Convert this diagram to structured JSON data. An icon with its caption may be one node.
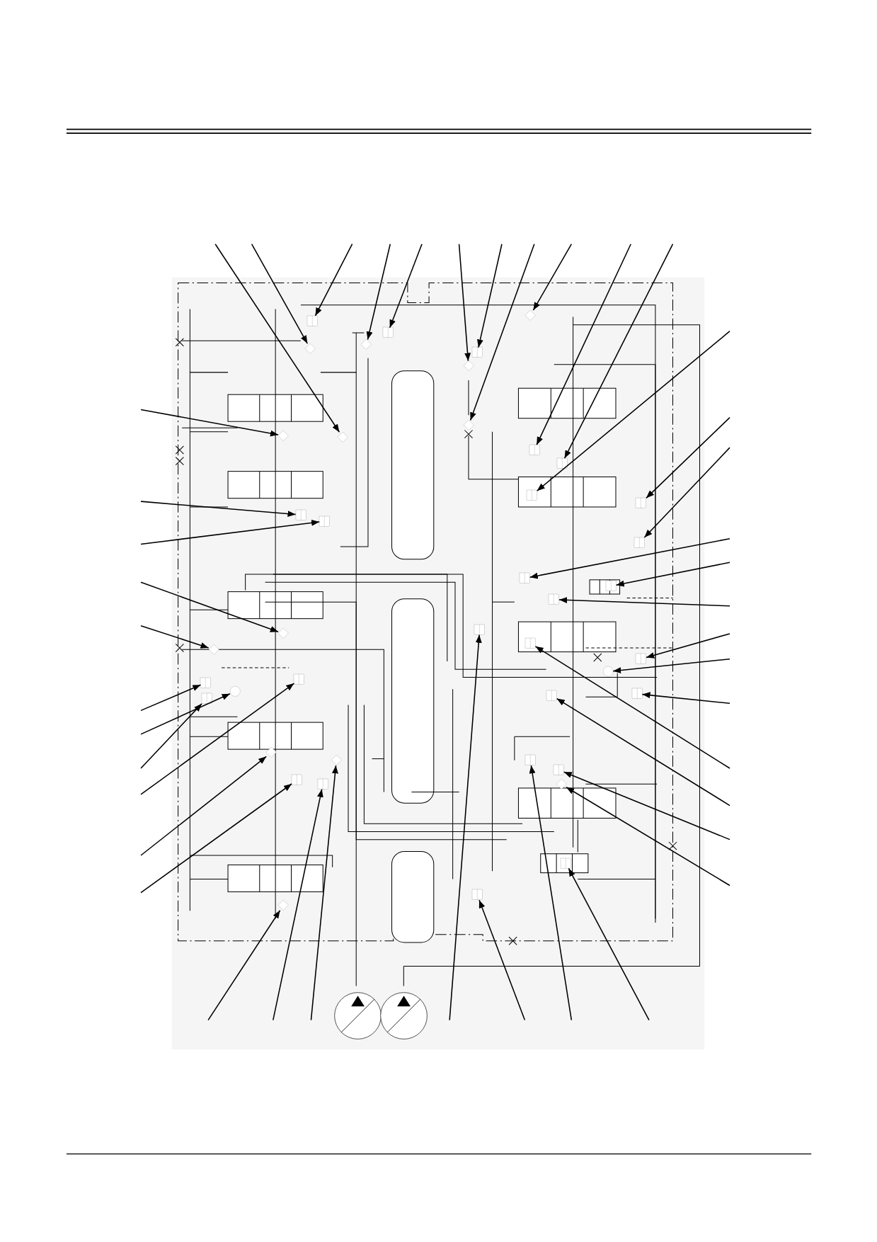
{
  "diagram": {
    "nodes": [
      {
        "text": [],
        "shape": "diamond"
      },
      {
        "text": [],
        "shape": "diamond"
      },
      {
        "text": [],
        "shape": "box"
      },
      {
        "text": [],
        "shape": "diamond"
      },
      {
        "text": [],
        "shape": "box"
      },
      {
        "text": [],
        "shape": "diamond"
      },
      {
        "text": [],
        "shape": "box"
      },
      {
        "text": [],
        "shape": "diamond"
      },
      {
        "text": [],
        "shape": "diamond"
      },
      {
        "text": [],
        "shape": "box"
      },
      {
        "text": [],
        "shape": "box"
      },
      {
        "text": [],
        "shape": "box"
      },
      {
        "text": [],
        "shape": "box"
      },
      {
        "text": [],
        "shape": "box"
      },
      {
        "text": [],
        "shape": "box"
      },
      {
        "text": [],
        "shape": "box"
      },
      {
        "text": [],
        "shape": "box"
      },
      {
        "text": [],
        "shape": "box"
      },
      {
        "text": [],
        "shape": "circle"
      },
      {
        "text": [],
        "shape": "box"
      },
      {
        "text": [],
        "shape": "box"
      },
      {
        "text": [],
        "shape": "box"
      },
      {
        "text": [],
        "shape": "box"
      },
      {
        "text": [],
        "shape": "diamond"
      },
      {
        "text": [],
        "shape": "diamond"
      },
      {
        "text": [],
        "shape": "box"
      },
      {
        "text": [],
        "shape": "box"
      },
      {
        "text": [],
        "shape": "diamond"
      },
      {
        "text": [],
        "shape": "diamond"
      },
      {
        "text": [],
        "shape": "box"
      },
      {
        "text": [],
        "shape": "circle"
      },
      {
        "text": [],
        "shape": "box"
      },
      {
        "text": [],
        "shape": "box"
      },
      {
        "text": [],
        "shape": "diamond"
      },
      {
        "text": [],
        "shape": "box"
      },
      {
        "text": [],
        "shape": "diamond"
      },
      {
        "text": [],
        "shape": "box"
      },
      {
        "text": [],
        "shape": "diamond"
      },
      {
        "text": [],
        "shape": "box"
      },
      {
        "text": [],
        "shape": "box"
      },
      {
        "text": [],
        "shape": "box"
      },
      {
        "text": [],
        "shape": "box"
      },
      {
        "text": [],
        "shape": "circle"
      },
      {
        "text": [],
        "shape": "circle"
      }
    ],
    "edges": [
      {
        "from": null,
        "to": 0,
        "arrow": "to"
      },
      {
        "from": null,
        "to": 1,
        "arrow": "to"
      },
      {
        "from": null,
        "to": 2,
        "arrow": "to"
      },
      {
        "from": null,
        "to": 3,
        "arrow": "to"
      },
      {
        "from": null,
        "to": 4,
        "arrow": "to"
      },
      {
        "from": null,
        "to": 5,
        "arrow": "to"
      },
      {
        "from": null,
        "to": 6,
        "arrow": "to"
      },
      {
        "from": null,
        "to": 7,
        "arrow": "to"
      },
      {
        "from": null,
        "to": 8,
        "arrow": "to"
      },
      {
        "from": null,
        "to": 9,
        "arrow": "to"
      },
      {
        "from": null,
        "to": 10,
        "arrow": "to"
      },
      {
        "from": null,
        "to": 11,
        "arrow": "to"
      },
      {
        "from": null,
        "to": 12,
        "arrow": "to"
      },
      {
        "from": null,
        "to": 13,
        "arrow": "to"
      },
      {
        "from": null,
        "to": 14,
        "arrow": "to"
      },
      {
        "from": null,
        "to": 15,
        "arrow": "to"
      },
      {
        "from": null,
        "to": 16,
        "arrow": "to"
      },
      {
        "from": null,
        "to": 17,
        "arrow": "to"
      },
      {
        "from": null,
        "to": 18,
        "arrow": "to"
      },
      {
        "from": null,
        "to": 19,
        "arrow": "to"
      },
      {
        "from": null,
        "to": 20,
        "arrow": "to"
      },
      {
        "from": null,
        "to": 21,
        "arrow": "to"
      },
      {
        "from": null,
        "to": 22,
        "arrow": "to"
      },
      {
        "from": null,
        "to": 23,
        "arrow": "to"
      },
      {
        "from": null,
        "to": 24,
        "arrow": "to"
      },
      {
        "from": null,
        "to": 25,
        "arrow": "to"
      },
      {
        "from": null,
        "to": 26,
        "arrow": "to"
      },
      {
        "from": null,
        "to": 27,
        "arrow": "to"
      },
      {
        "from": null,
        "to": 28,
        "arrow": "to"
      },
      {
        "from": null,
        "to": 29,
        "arrow": "to"
      },
      {
        "from": null,
        "to": 30,
        "arrow": "to"
      },
      {
        "from": null,
        "to": 31,
        "arrow": "to"
      },
      {
        "from": null,
        "to": 32,
        "arrow": "to"
      },
      {
        "from": null,
        "to": 33,
        "arrow": "to"
      },
      {
        "from": null,
        "to": 34,
        "arrow": "to"
      },
      {
        "from": null,
        "to": 35,
        "arrow": "to"
      },
      {
        "from": null,
        "to": 36,
        "arrow": "to"
      },
      {
        "from": null,
        "to": 37,
        "arrow": "to"
      },
      {
        "from": null,
        "to": 38,
        "arrow": "to"
      },
      {
        "from": null,
        "to": 39,
        "arrow": "to"
      },
      {
        "from": null,
        "to": 40,
        "arrow": "to"
      },
      {
        "from": null,
        "to": 41,
        "arrow": "to"
      }
    ]
  }
}
